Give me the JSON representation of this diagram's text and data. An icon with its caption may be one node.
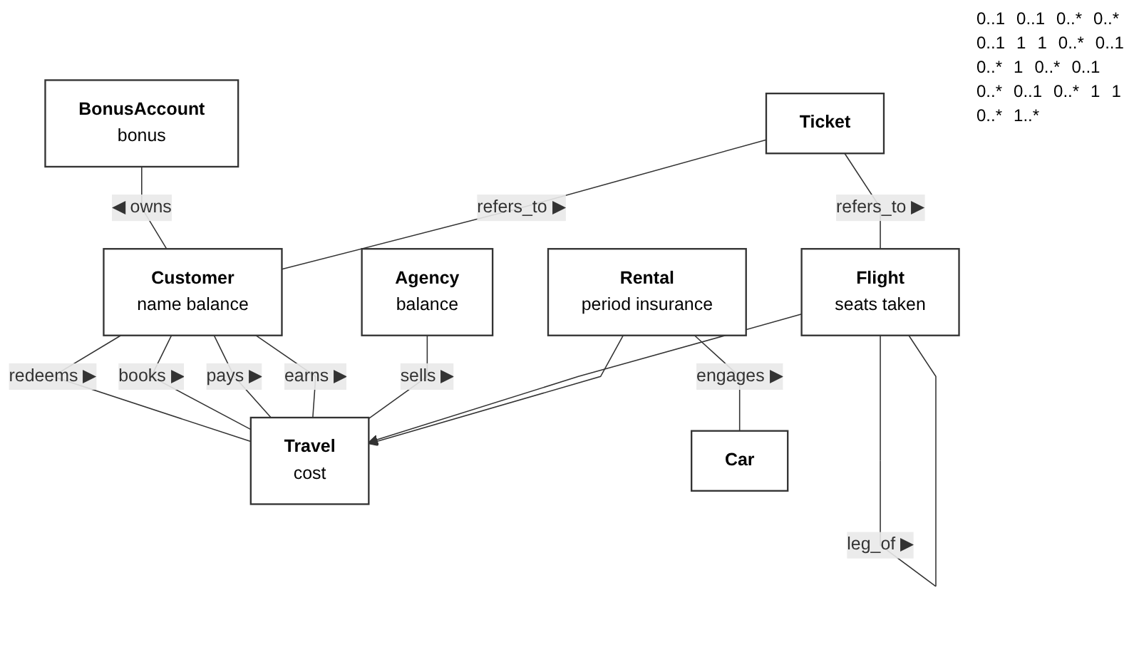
{
  "diagram": {
    "nodes": [
      {
        "text": [
          "BonusAccount",
          "bonus"
        ]
      },
      {
        "text": [
          "Agency",
          "balance"
        ]
      },
      {
        "text": [
          "Customer",
          "name balance"
        ]
      },
      {
        "text": [
          "Travel",
          "cost"
        ]
      },
      {
        "text": [
          "Ticket"
        ]
      },
      {
        "text": [
          "Flight",
          "seats taken"
        ]
      },
      {
        "text": [
          "Rental",
          "period insurance"
        ]
      },
      {
        "text": [
          "Car"
        ]
      }
    ],
    "edges": [
      {
        "from": 0,
        "to": 2,
        "arrow": "none",
        "label": "◀ owns"
      },
      {
        "from": 2,
        "to": 3,
        "arrow": "none",
        "label": "redeems ▶"
      },
      {
        "from": 2,
        "to": 3,
        "arrow": "none",
        "label": "books ▶"
      },
      {
        "from": 2,
        "to": 3,
        "arrow": "none",
        "label": "pays ▶"
      },
      {
        "from": 2,
        "to": 3,
        "arrow": "none",
        "label": "earns ▶"
      },
      {
        "from": 1,
        "to": 3,
        "arrow": "none",
        "label": "sells ▶"
      },
      {
        "from": 4,
        "to": 2,
        "arrow": "none",
        "label": "refers_to ▶"
      },
      {
        "from": 4,
        "to": 5,
        "arrow": "none",
        "label": "refers_to ▶"
      },
      {
        "from": 5,
        "to": 3,
        "arrow": "to"
      },
      {
        "from": 6,
        "to": 3,
        "arrow": "to"
      },
      {
        "from": 6,
        "to": 7,
        "arrow": "none",
        "label": "engages ▶"
      },
      {
        "from": 5,
        "to": 5,
        "arrow": "none",
        "label": "leg_of ▶"
      }
    ],
    "labels": [
      "0..1",
      "0..1",
      "0..*",
      "0..*",
      "0..1",
      "1",
      "1",
      "0..*",
      "0..1",
      "0..*",
      "1",
      "0..*",
      "0..1",
      "0..*",
      "0..1",
      "0..*",
      "1",
      "1",
      "0..*",
      "1..*"
    ]
  }
}
